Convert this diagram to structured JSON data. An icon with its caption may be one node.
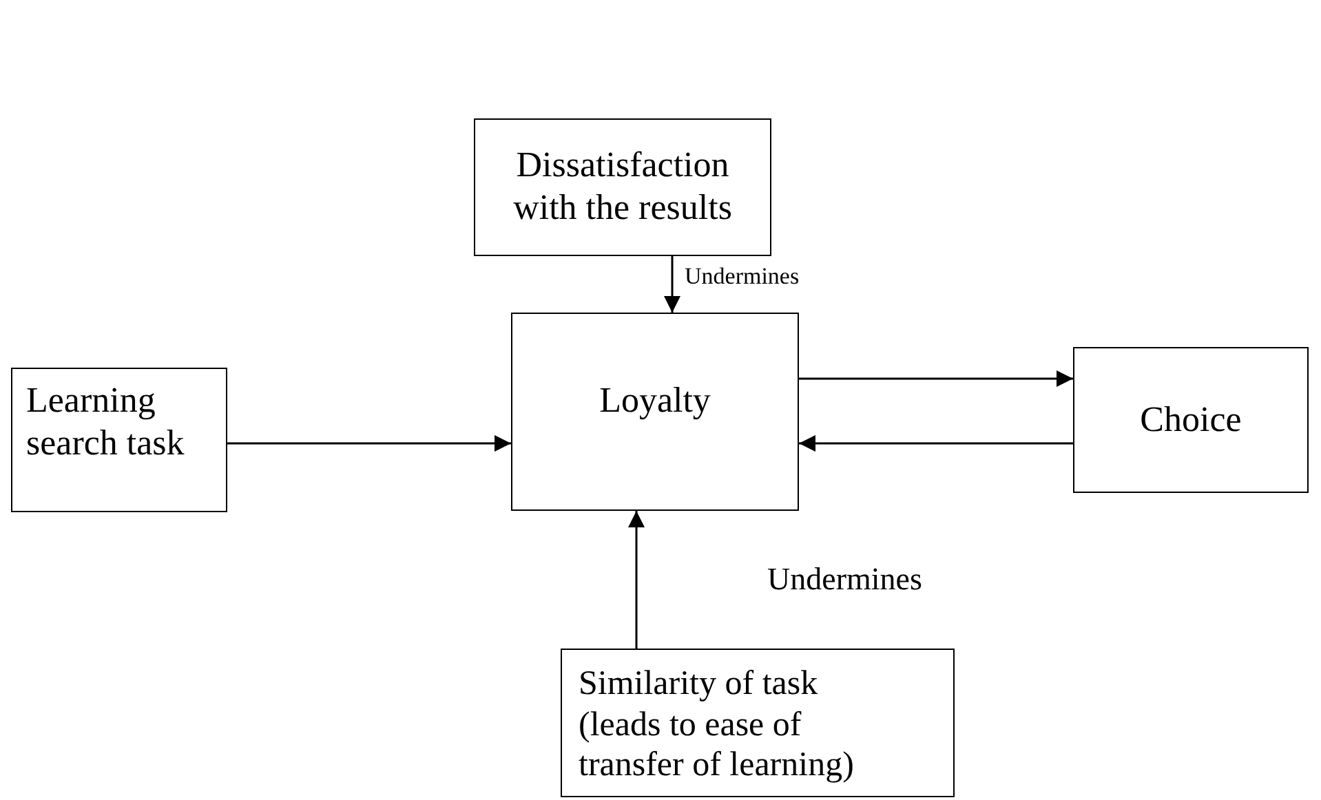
{
  "diagram": {
    "nodes": [
      {
        "text": [
          "Dissatisfaction with the results"
        ]
      },
      {
        "text": [
          "Learning search task"
        ]
      },
      {
        "text": [
          "Loyalty"
        ]
      },
      {
        "text": [
          "Choice"
        ]
      },
      {
        "text": [
          "Similarity of task (leads to ease of transfer of learning)"
        ]
      }
    ],
    "edges": [
      {
        "from": 0,
        "to": 2,
        "arrow": "to",
        "label": "Undermines"
      },
      {
        "from": 1,
        "to": 2,
        "arrow": "to"
      },
      {
        "from": 2,
        "to": 3,
        "arrow": "to"
      },
      {
        "from": 3,
        "to": 2,
        "arrow": "to"
      },
      {
        "from": 4,
        "to": 2,
        "arrow": "to",
        "label": "Undermines"
      }
    ]
  }
}
